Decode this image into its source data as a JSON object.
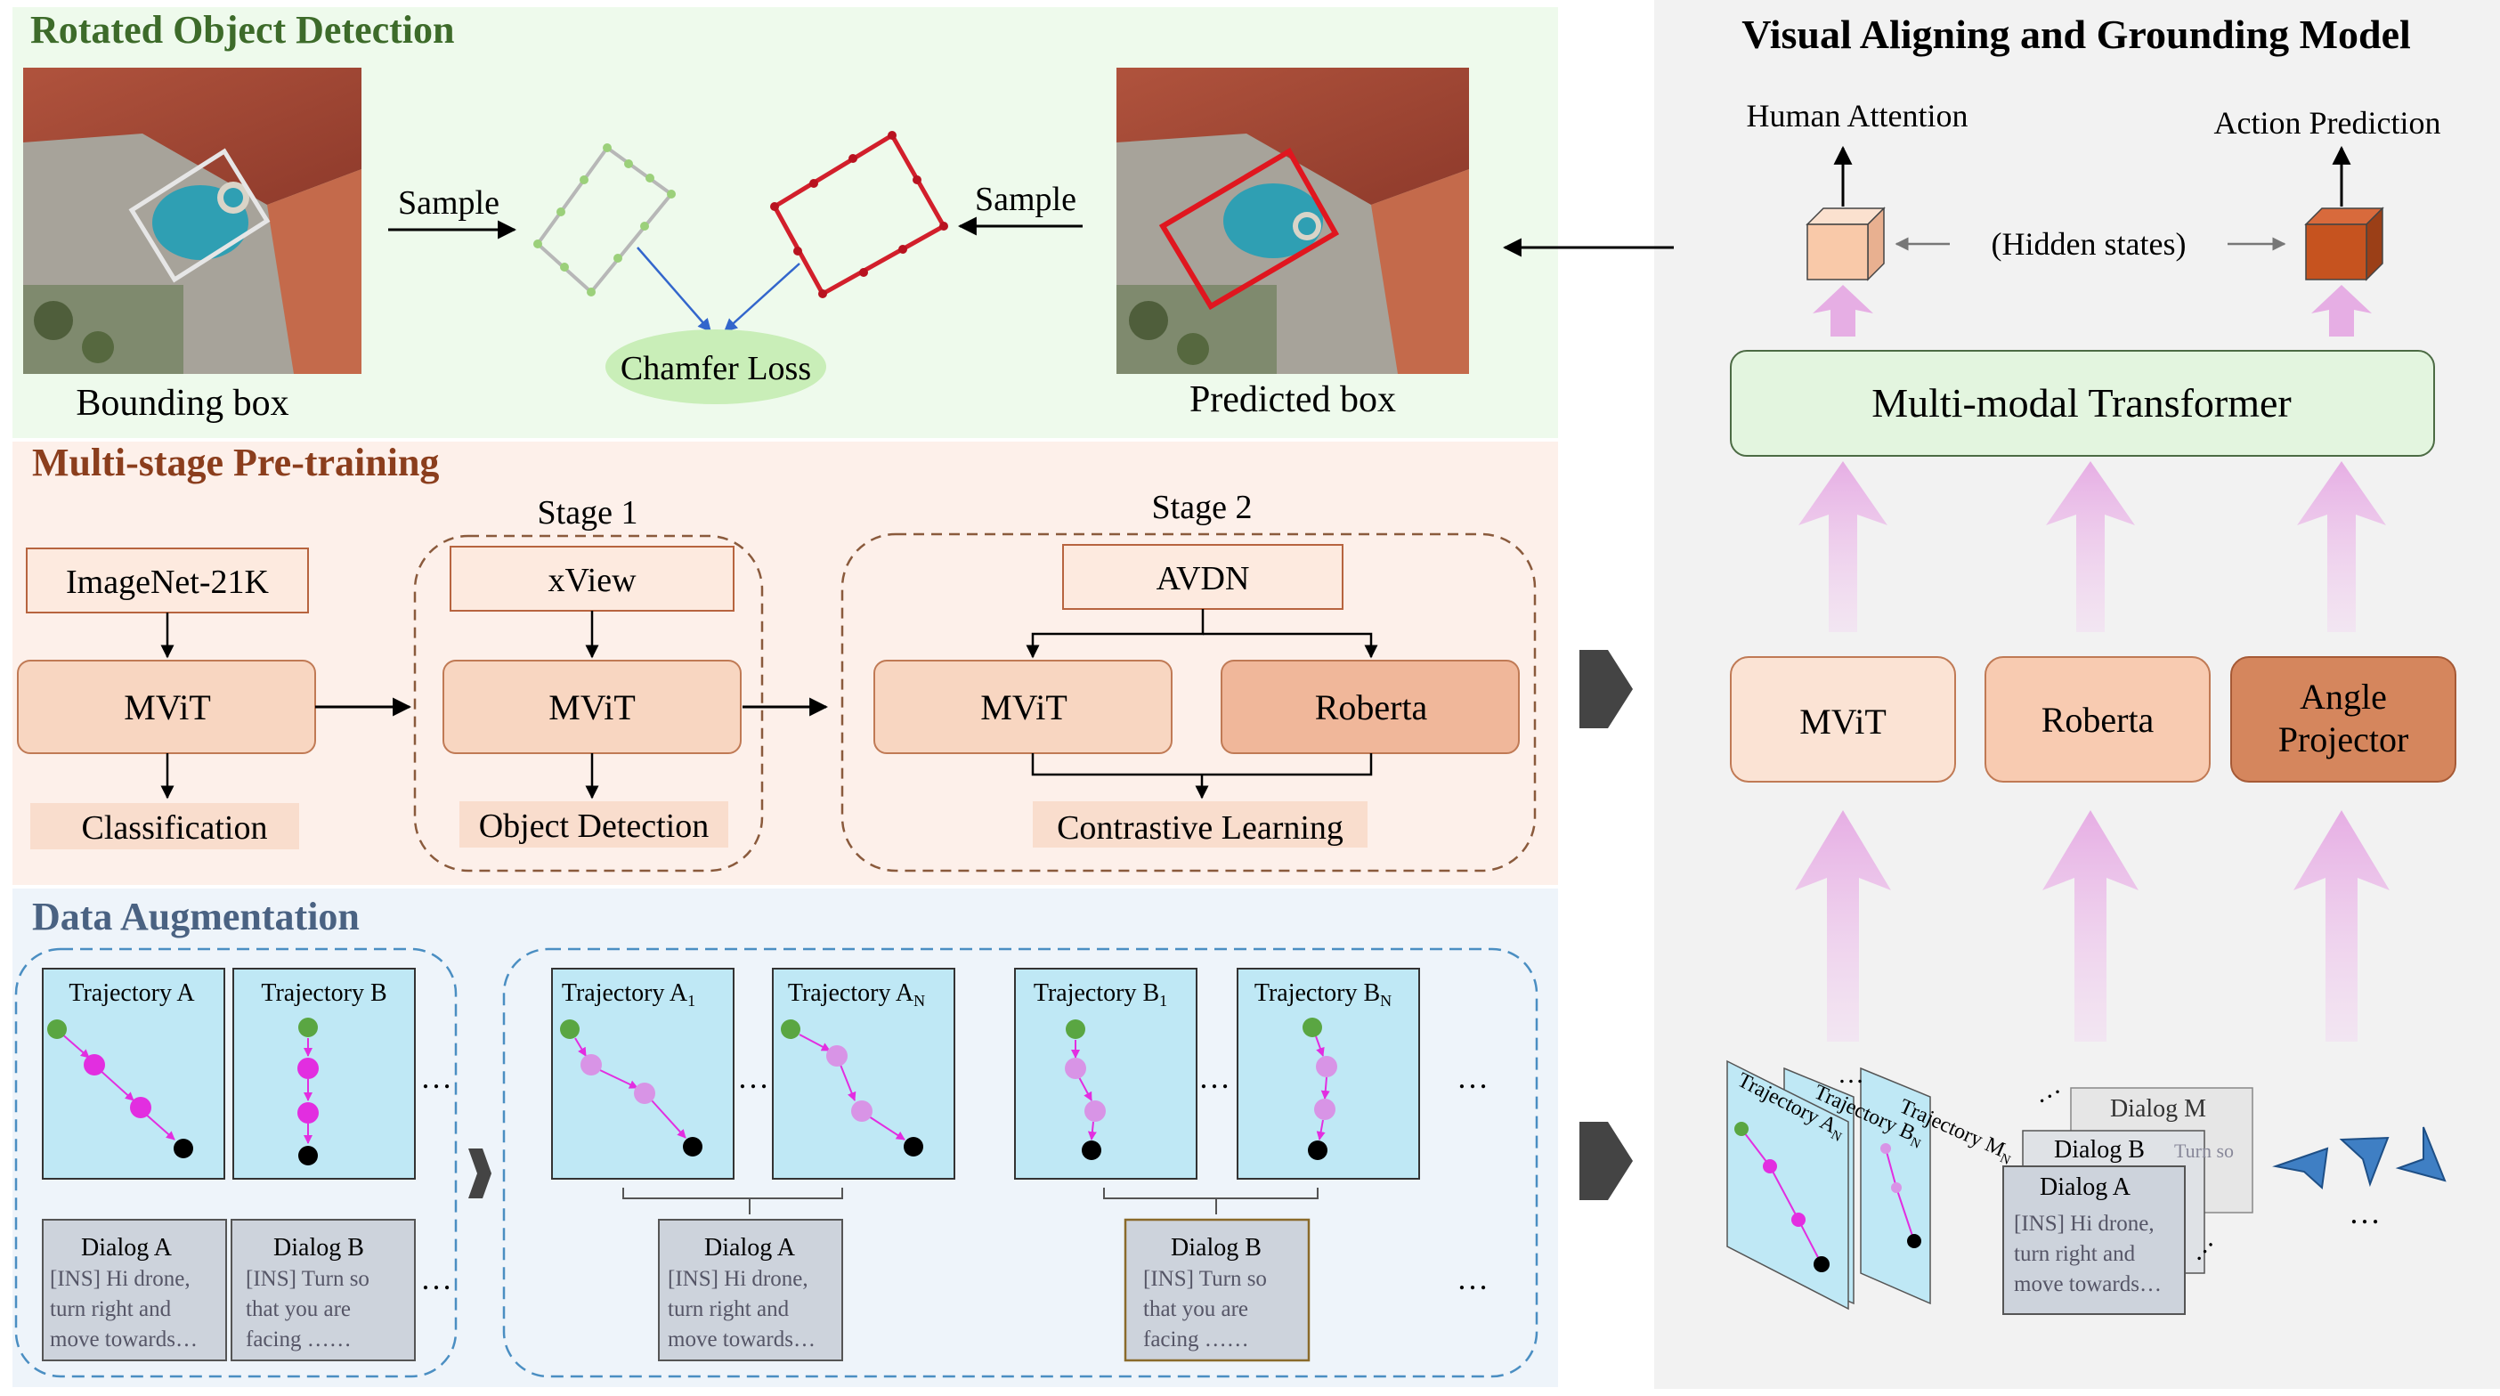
{
  "sections": {
    "rotated": {
      "title": "Rotated Object Detection",
      "bbox_label": "Bounding box",
      "pred_label": "Predicted box",
      "sample_left": "Sample",
      "sample_right": "Sample",
      "chamfer": "Chamfer Loss"
    },
    "pretrain": {
      "title": "Multi-stage Pre-training",
      "stage1": "Stage 1",
      "stage2": "Stage 2",
      "imagenet": "ImageNet-21K",
      "mvit": "MViT",
      "classification": "Classification",
      "xview": "xView",
      "object_detection": "Object Detection",
      "avdn": "AVDN",
      "roberta": "Roberta",
      "contrastive": "Contrastive Learning"
    },
    "augment": {
      "title": "Data Augmentation",
      "traj_a": "Trajectory A",
      "traj_b": "Trajectory B",
      "traj_a1": "Trajectory A",
      "traj_a1_sub": "1",
      "traj_an": "Trajectory A",
      "traj_an_sub": "N",
      "traj_b1": "Trajectory B",
      "traj_b1_sub": "1",
      "traj_bn": "Trajectory B",
      "traj_bn_sub": "N",
      "ellipsis": "…",
      "dialog_a_title": "Dialog A",
      "dialog_a_l1": "[INS] Hi drone,",
      "dialog_a_l2": "turn right and",
      "dialog_a_l3": "move towards…",
      "dialog_b_title": "Dialog B",
      "dialog_b_l1": "[INS] Turn so",
      "dialog_b_l2": "that you are",
      "dialog_b_l3": "facing ……"
    },
    "model": {
      "title": "Visual Aligning and Grounding  Model",
      "human_attention": "Human Attention",
      "action_prediction": "Action Prediction",
      "hidden_states": "(Hidden states)",
      "transformer": "Multi-modal Transformer",
      "mvit": "MViT",
      "roberta": "Roberta",
      "angle1": "Angle",
      "angle2": "Projector",
      "traj_an": "Trajectory A",
      "traj_an_sub": "N",
      "traj_bn": "Trajectory B",
      "traj_bn_sub": "N",
      "traj_mn": "Trajectory M",
      "traj_mn_sub": "N",
      "dialog_m": "Dialog M",
      "dialog_b": "Dialog B",
      "dialog_a": "Dialog A",
      "dialog_l1": "[INS] Hi drone,",
      "dialog_l2": "turn right and",
      "dialog_l3": "move towards…",
      "turn_so": "Turn so"
    }
  },
  "colors": {
    "rotated_bg": "#eefaec",
    "pretrain_bg": "#fdf0ea",
    "augment_bg": "#eef4fa",
    "model_bg": "#f2f2f2",
    "box_fill": "#f8d6c1",
    "box_stroke": "#c07a55",
    "angle_fill": "#d5865d",
    "traj_fill": "#bfe8f5",
    "dialog_fill": "#cdd3dc",
    "transformer_fill": "#e3f5df",
    "pink_arrow": "#e8b7e6",
    "magenta": "#e22ee0",
    "chamfer_fill": "#c9eeb8"
  }
}
